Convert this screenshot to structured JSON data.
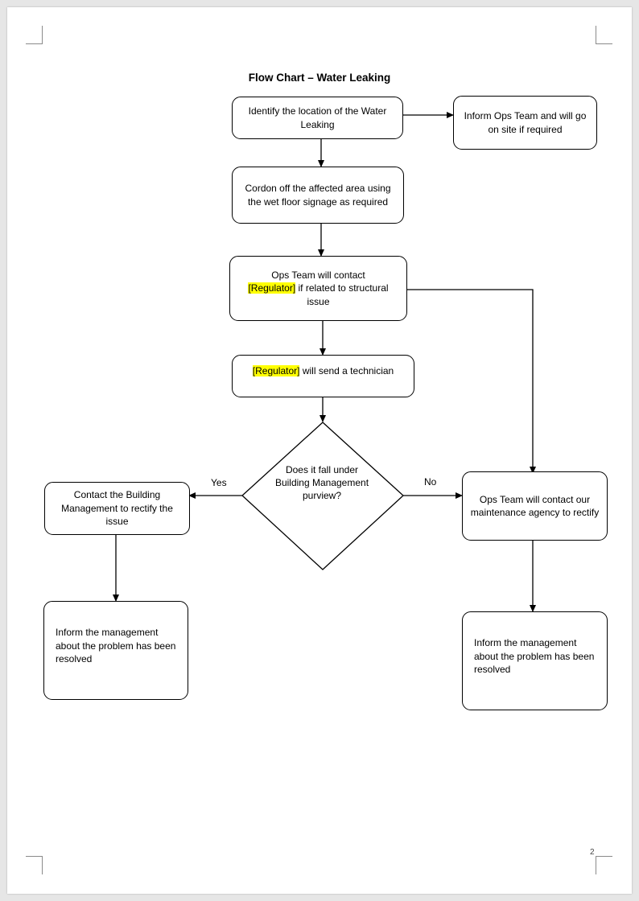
{
  "title": "Flow Chart – Water Leaking",
  "nodes": {
    "identify": "Identify the location of the Water Leaking",
    "inform_ops": "Inform Ops Team and will go on site if required",
    "cordon": "Cordon off the affected area using the wet floor signage as required",
    "ops_contact_prefix": "Ops Team will contact",
    "ops_contact_highlight": "[Regulator]",
    "ops_contact_suffix": " if related to structural issue",
    "regulator_highlight": "[Regulator]",
    "regulator_suffix": " will send a technician",
    "decision": "Does it fall under Building Management purview?",
    "contact_bm": "Contact the Building Management to rectify the issue",
    "ops_maintenance": "Ops Team will contact our maintenance agency to rectify",
    "inform_left": "Inform the management about the problem  has been resolved",
    "inform_right": "Inform the management about the problem  has been resolved"
  },
  "edge_labels": {
    "yes": "Yes",
    "no": "No"
  },
  "page_number": "2",
  "colors": {
    "highlight": "#ffff00",
    "page": "#ffffff",
    "background": "#e6e6e6"
  }
}
